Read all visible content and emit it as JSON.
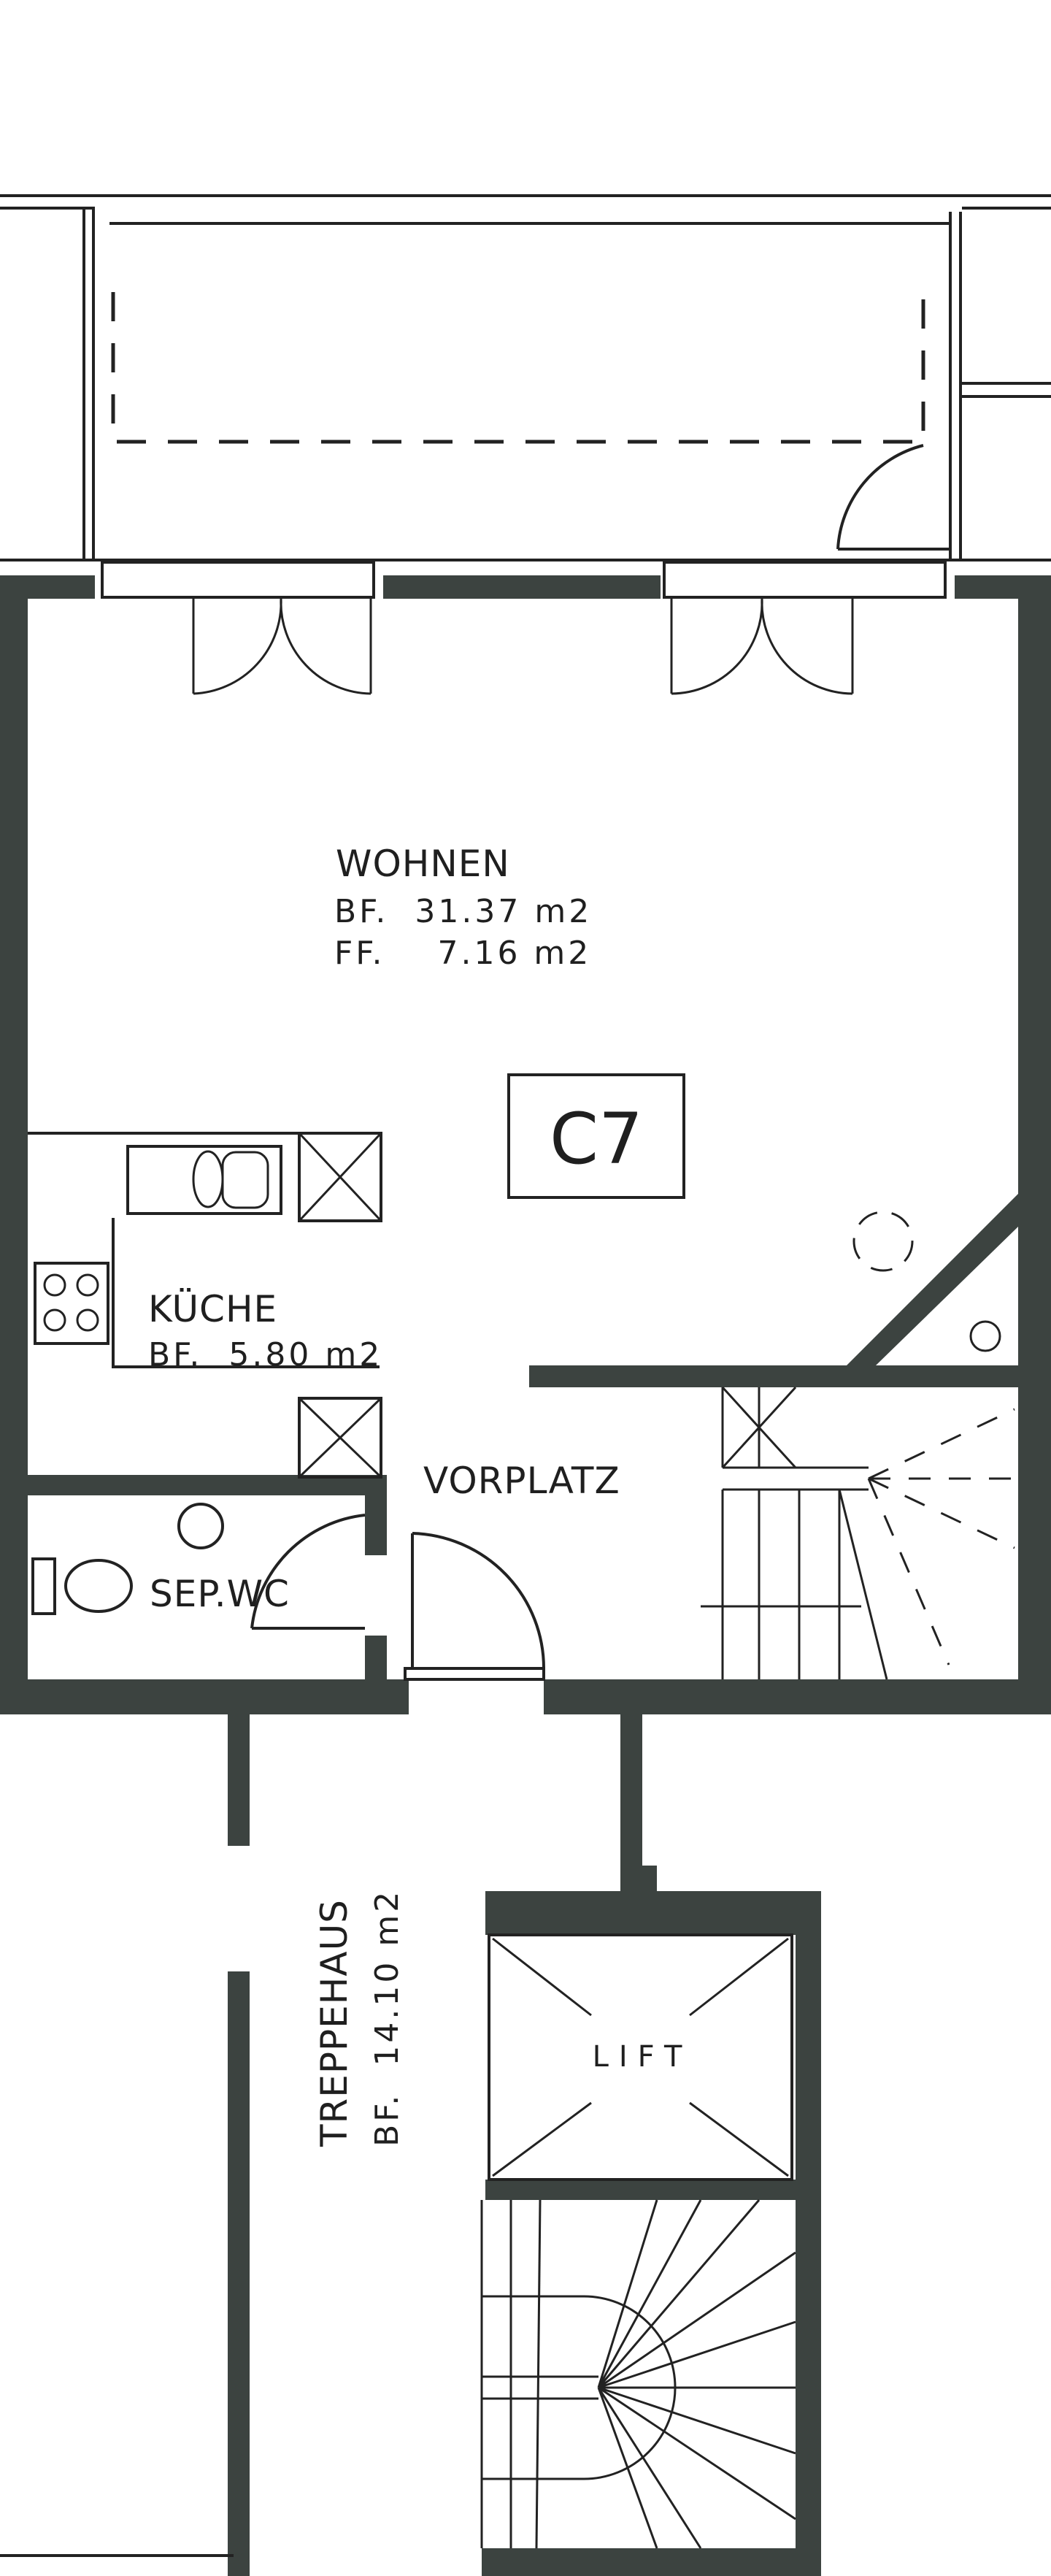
{
  "plan": {
    "unit_label": "C7",
    "rooms": {
      "wohnen": {
        "name": "WOHNEN",
        "bf": "BF.  31.37 m2",
        "ff": "FF.    7.16 m2"
      },
      "kueche": {
        "name": "KÜCHE",
        "bf": "BF.  5.80 m2"
      },
      "vorplatz": {
        "name": "VORPLATZ"
      },
      "wc": {
        "name": "SEP.WC"
      },
      "treppehaus": {
        "name": "TREPPEHAUS",
        "bf": "BF.  14.10 m2"
      },
      "lift": {
        "name": "LIFT"
      }
    },
    "colors": {
      "wall": "#3c4340",
      "line": "#222222",
      "background": "#ffffff"
    }
  }
}
